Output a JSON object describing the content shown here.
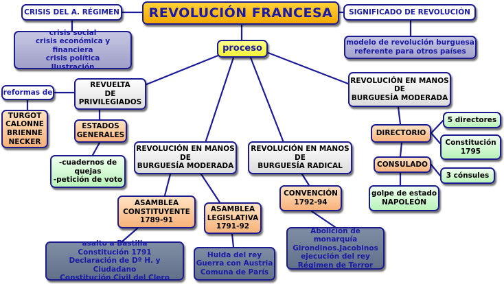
{
  "title": "REVOLUCIÓN FRANCESA",
  "proceso": "proceso",
  "crisis": {
    "header": "CRISIS DEL A. RÉGIMEN",
    "items": "crisis social\ncrisis económica y financiera\ncrisis política\nIlustración"
  },
  "significado": {
    "header": "SIGNIFICADO DE REVOLUCIÓN",
    "body": "modelo de revolución burguesa\nreferente para otros países"
  },
  "privilegiados": {
    "reformas": "reformas de",
    "ministros": "TURGOT\nCALONNE\nBRIENNE\nNECKER",
    "revuelta": "REVUELTA\nDE\nPRIVILEGIADOS",
    "estados": "ESTADOS\nGENERALES",
    "cuadernos": "-cuadernos de\nquejas\n-petición de voto"
  },
  "moderada1": {
    "header": "REVOLUCIÓN EN MANOS\nDE\nBURGUESÍA MODERADA",
    "constituyente": "ASAMBLEA\nCONSTITUYENTE\n1789-91",
    "legislativa": "ASAMBLEA\nLEGISLATIVA\n1791-92",
    "hechos_constituyente": "asalto a Bastilla\nConstitución 1791\nDeclaración de Dº H. y Ciudadano\nConstitución Civil del Clero",
    "hechos_legislativa": "Huida del rey\nGuerra con Austria\nComuna de París"
  },
  "radical": {
    "header": "REVOLUCIÓN EN MANOS\nDE\nBURGUESÍA RADICAL",
    "convencion": "CONVENCIÓN\n1792-94",
    "hechos": "Abolición de monarquía\nGirondinos.Jacobinos\nejecución del rey\nRégimen de Terror"
  },
  "moderada2": {
    "header": "REVOLUCIÓN EN MANOS\nDE\nBURGUESÍA MODERADA",
    "directorio": "DIRECTORIO",
    "directores": "5 directores",
    "constitucion": "Constitución\n1795",
    "consulado": "CONSULADO",
    "consules": "3 cónsules",
    "golpe": "golpe de estado\nNAPOLEÓN"
  },
  "colors": {
    "line": "#1a1a9a",
    "title_bg": "#f4a800",
    "orange": "#f7b27a",
    "green": "#b9f3b9",
    "grey": "#dcdcdc",
    "slate": "#62708a",
    "text_blue": "#1a1aa6"
  }
}
